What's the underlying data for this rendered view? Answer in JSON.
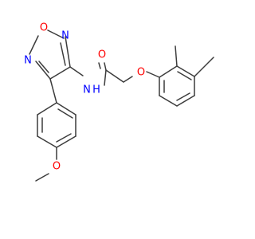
{
  "molecule": {
    "atom_labels": {
      "o_carbonyl": "O",
      "o_ring": "O",
      "n_ring_top": "N",
      "n_ring_left": "N",
      "n_amide": "N",
      "h_amide": "H",
      "o_ether": "O",
      "o_methoxy": "O"
    },
    "colors": {
      "bond": "#3c3c3c",
      "oxygen": "#ff0000",
      "nitrogen": "#0000ff"
    }
  }
}
